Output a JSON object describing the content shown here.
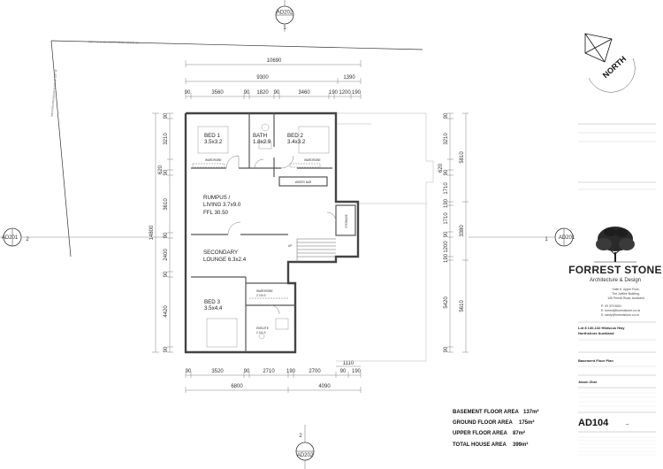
{
  "markers": {
    "top": {
      "ref": "AD202",
      "num": "1"
    },
    "bottom": {
      "ref": "AD202",
      "num": "2"
    },
    "left": {
      "ref": "AD201",
      "num": "2"
    },
    "right": {
      "ref": "AD201",
      "num": "1"
    }
  },
  "boundary": {
    "top_label": "NORTHERN BOUNDARY 21.19m @ 262° 31'",
    "left_label": "WESTERN BOUNDARY 8.19m @ 352° 18'"
  },
  "north_label": "NORTH",
  "dims_top": {
    "overall": "10690",
    "row2": [
      "9300",
      "1390"
    ],
    "row3": [
      "90",
      "3560",
      "90",
      "1820",
      "90",
      "3460",
      "190",
      "1200",
      "190"
    ]
  },
  "dims_bottom": {
    "row1": [
      "90",
      "3520",
      "90",
      "2710",
      "190",
      "2700",
      "90",
      "190"
    ],
    "right_top": "1110",
    "row2": [
      "6800",
      "4090"
    ]
  },
  "dims_left": {
    "overall": "14800",
    "segments": [
      "90",
      "3210",
      "620",
      "90",
      "3610",
      "90",
      "2400",
      "90",
      "4420",
      "90"
    ]
  },
  "dims_right": {
    "overall": [
      "5810",
      "3380",
      "5610"
    ],
    "segments": [
      "90",
      "3210",
      "620",
      "90",
      "1710",
      "190",
      "1710",
      "90",
      "1200",
      "190",
      "5420",
      "90"
    ]
  },
  "rooms": [
    {
      "name": "BED 1",
      "size": "3.5x3.2"
    },
    {
      "name": "BATH",
      "size": "1.8x2.9"
    },
    {
      "name": "BED 2",
      "size": "3.4x3.2"
    },
    {
      "name": "RUMPUS /",
      "size": "LIVING 3.7x9.0",
      "extra": "FFL 30.50"
    },
    {
      "name": "SECONDARY",
      "size": "LOUNGE 6.3x2.4"
    },
    {
      "name": "BED 3",
      "size": "3.5x4.4"
    }
  ],
  "small_labels": {
    "wardrobe1": "WARDROBE",
    "wardrobe2": "WARDROBE",
    "water_bar": "WATER BAR",
    "wardrobe3": "WARDROBE",
    "wardrobe3_size": "2.7x0.9",
    "ensuite": "ENSUITE",
    "ensuite_size": "2.7x1.9",
    "storage": "STORAGE",
    "up": "UP"
  },
  "areas": [
    {
      "label": "BASEMENT FLOOR AREA",
      "value": "137m²"
    },
    {
      "label": "GROUND FLOOR AREA",
      "value": "175m²"
    },
    {
      "label": "UPPER FLOOR AREA",
      "value": "87m²"
    },
    {
      "label": "TOTAL HOUSE AREA",
      "value": "399m²"
    }
  ],
  "titleblock": {
    "brand": "FORREST STONE",
    "brand_sub": "Architecture & Design",
    "address": [
      "Suite 6, Upper Floor,",
      "The Jubilee Building,",
      "145 Perrott Road, Auckland"
    ],
    "phone": "P: 09 379 5051",
    "email1": "E: forrest@forreststone.co.nz",
    "email2": "E: randy@forreststone.co.nz",
    "project": "Lot 8 130-132 Hibiscus Hwy",
    "project2": "Northshore Auckland",
    "drawing_title": "Basement Floor Plan",
    "client": "Jason Zhai",
    "sheet_no": "AD104",
    "revision": "–"
  },
  "colors": {
    "line": "#333333",
    "light": "#9a9a9a",
    "wall": "#444444"
  }
}
